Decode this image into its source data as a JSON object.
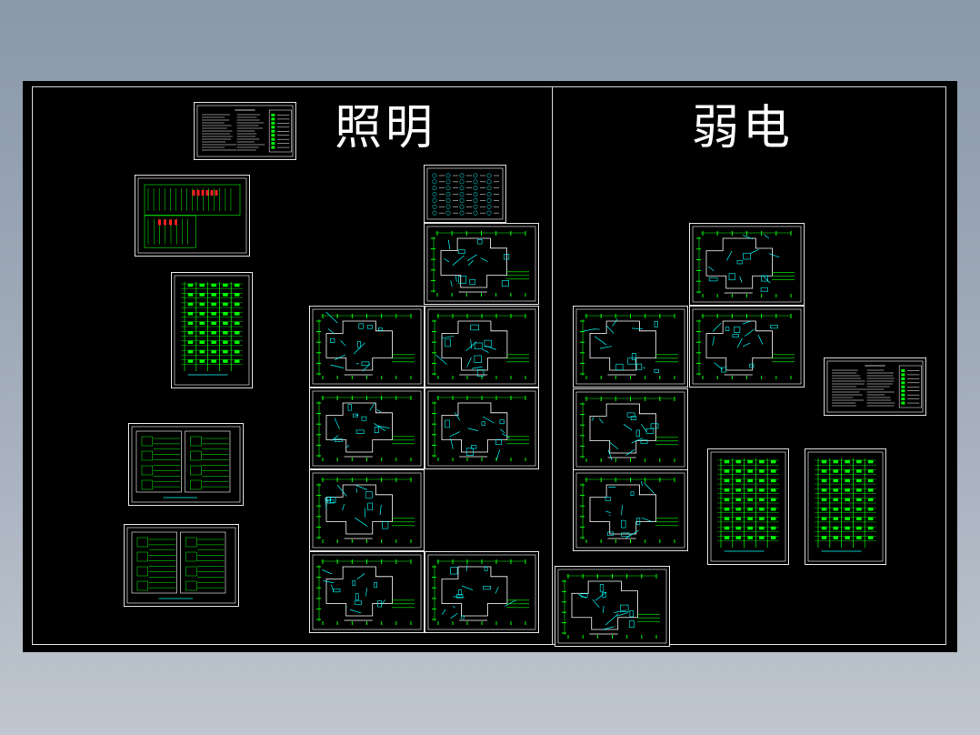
{
  "titles": {
    "lighting": "照明",
    "weak_current": "弱电"
  },
  "colors": {
    "background_top": "#8a98a9",
    "canvas": "#000000",
    "frame_line": "#d8d8d8",
    "cad_green": "#00ff00",
    "cad_cyan": "#00ffff",
    "cad_white": "#ffffff",
    "cad_red": "#ff2020"
  },
  "sheets": [
    {
      "name": "sheet-lighting-notes",
      "kind": "notes"
    },
    {
      "name": "sheet-lighting-distribution-diagram",
      "kind": "system"
    },
    {
      "name": "sheet-lighting-riser-diagram",
      "kind": "riser"
    },
    {
      "name": "sheet-lighting-box-schedule-1",
      "kind": "schedule"
    },
    {
      "name": "sheet-lighting-box-schedule-2",
      "kind": "schedule"
    },
    {
      "name": "sheet-lighting-legend",
      "kind": "legend"
    },
    {
      "name": "sheet-lighting-plan-1",
      "kind": "plan"
    },
    {
      "name": "sheet-lighting-plan-2",
      "kind": "plan"
    },
    {
      "name": "sheet-lighting-plan-3",
      "kind": "plan"
    },
    {
      "name": "sheet-lighting-plan-4",
      "kind": "plan"
    },
    {
      "name": "sheet-lighting-plan-5",
      "kind": "plan"
    },
    {
      "name": "sheet-lighting-plan-6",
      "kind": "plan"
    },
    {
      "name": "sheet-lighting-plan-7",
      "kind": "plan"
    },
    {
      "name": "sheet-lighting-plan-8",
      "kind": "plan"
    },
    {
      "name": "sheet-weak-plan-1",
      "kind": "plan"
    },
    {
      "name": "sheet-weak-plan-2",
      "kind": "plan"
    },
    {
      "name": "sheet-weak-plan-3",
      "kind": "plan"
    },
    {
      "name": "sheet-weak-plan-4",
      "kind": "plan"
    },
    {
      "name": "sheet-weak-plan-5",
      "kind": "plan"
    },
    {
      "name": "sheet-weak-plan-6",
      "kind": "plan"
    },
    {
      "name": "sheet-weak-notes",
      "kind": "notes"
    },
    {
      "name": "sheet-weak-riser-1",
      "kind": "riser"
    },
    {
      "name": "sheet-weak-riser-2",
      "kind": "riser"
    }
  ]
}
